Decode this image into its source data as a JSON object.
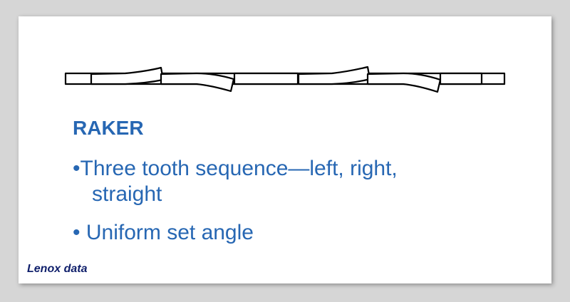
{
  "diagram": {
    "title": "RAKER",
    "bullets": [
      {
        "line1": "Three tooth sequence—left, right,",
        "line2": "straight"
      },
      {
        "line1": "Uniform set angle"
      }
    ],
    "bullet_glyph": "•",
    "credit": "Lenox data",
    "colors": {
      "text": "#2767b3",
      "credit": "#0f1f6b",
      "outline": "#000000"
    }
  }
}
